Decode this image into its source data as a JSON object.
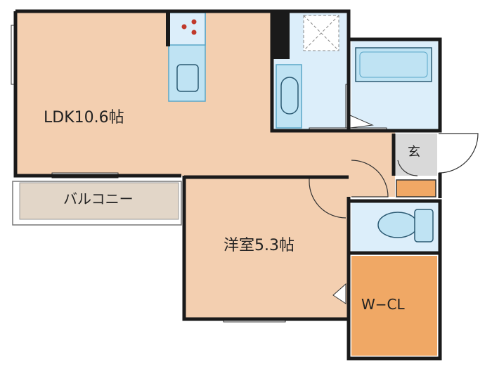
{
  "rooms": {
    "ldk": "LDK10.6帖",
    "western": "洋室5.3帖",
    "balcony": "バルコニー",
    "wcl": "W−CL",
    "entrance": "玄"
  },
  "colors": {
    "wall": "#1a1a1a",
    "floor": "#f3cfb0",
    "wet": "#dceefa",
    "fixture": "#bfe3f3",
    "fixture_edge": "#5aa7c8",
    "balcony": "#e2d6c8",
    "closet": "#f0a865",
    "entrance": "#d9d9d9",
    "background": "#ffffff"
  }
}
